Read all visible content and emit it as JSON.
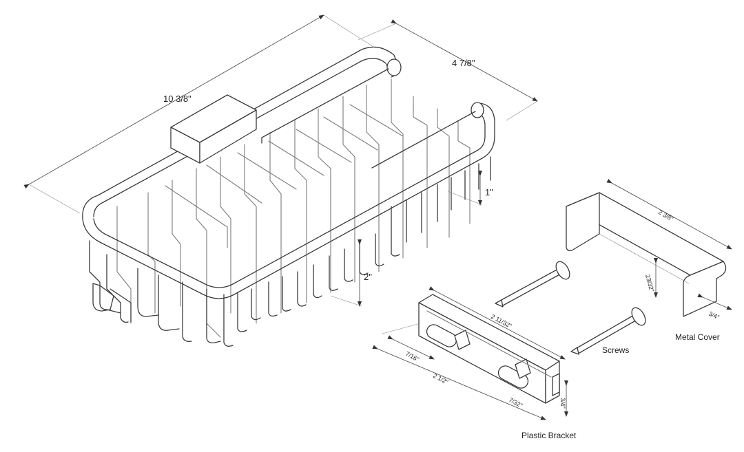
{
  "dimensions": {
    "basket_length": "10 3/8\"",
    "basket_depth": "4 7/8\"",
    "front_height": "1\"",
    "back_height": "2\"",
    "cover_length": "2 3/8\"",
    "cover_height": "23/32\"",
    "cover_depth": "3/4\"",
    "bracket_length": "2 11/32\"",
    "bracket_overall": "2 1/2\"",
    "bracket_offset": "7/16\"",
    "bracket_small": "7/32\"",
    "bracket_height": "3/4\""
  },
  "labels": {
    "screws": "Screws",
    "metal_cover": "Metal Cover",
    "plastic_bracket": "Plastic Bracket"
  },
  "colors": {
    "line": "#3a3a3a",
    "background": "#ffffff"
  }
}
